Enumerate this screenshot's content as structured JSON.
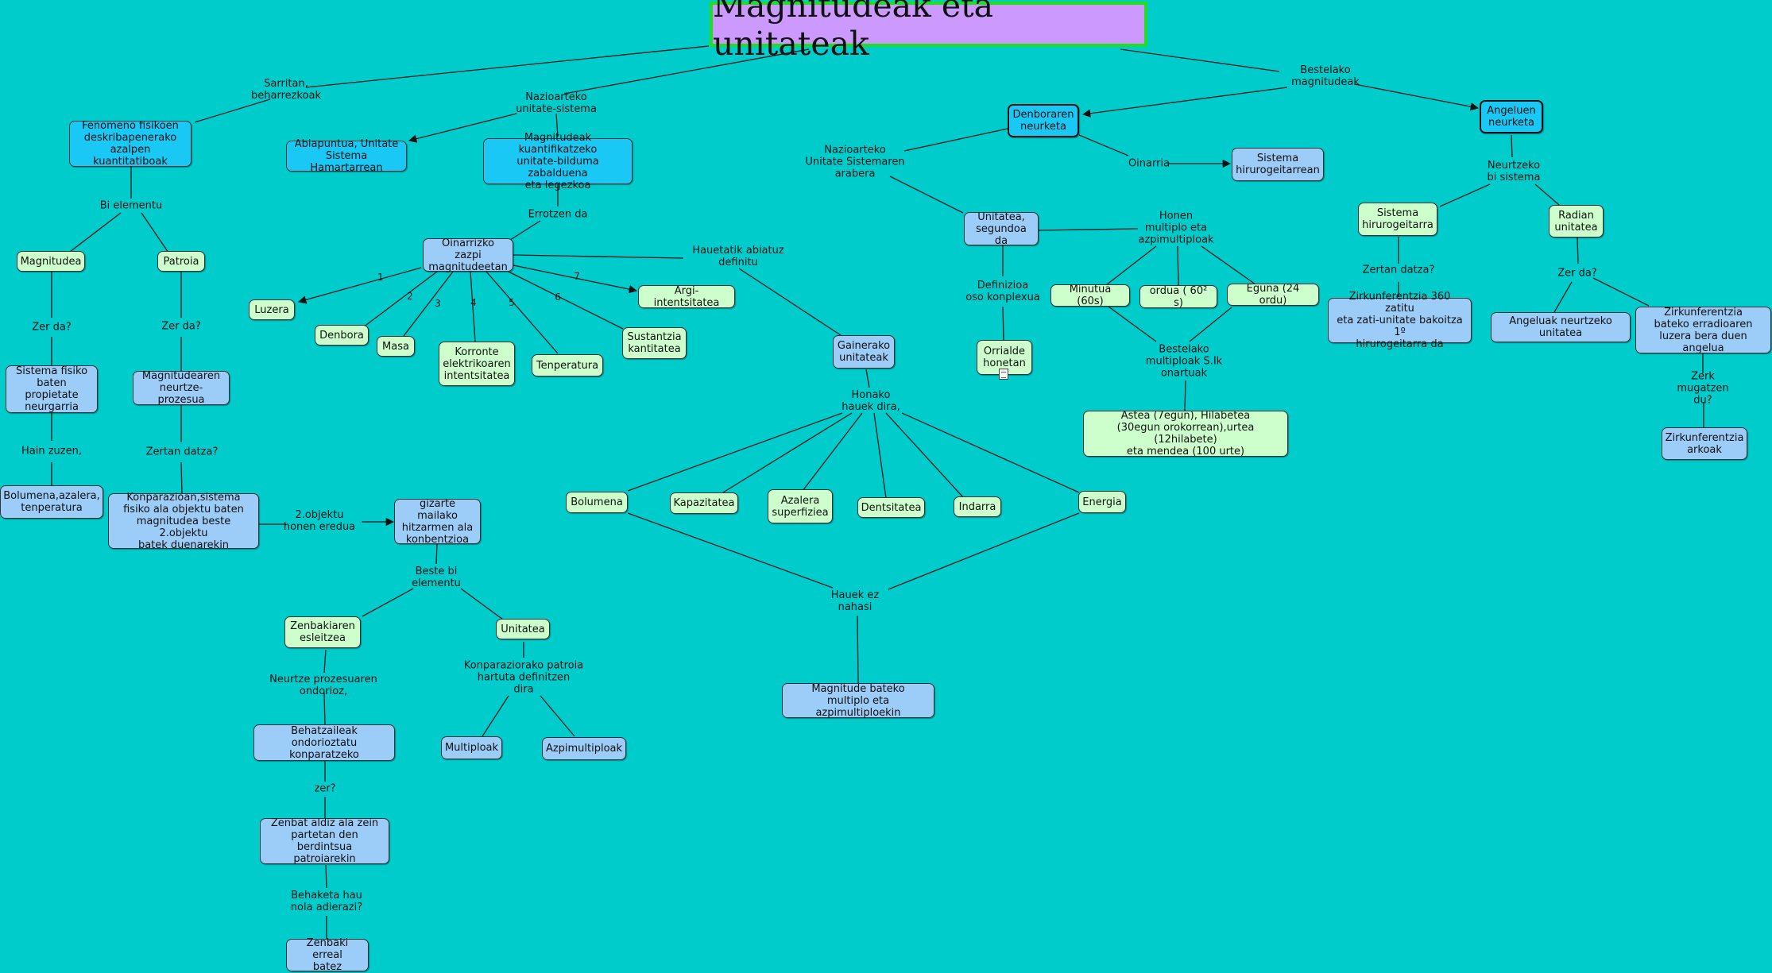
{
  "title": "Magnitudeak eta unitateak",
  "nodes": {
    "fenomeno": "Fenomeno fisikoen\ndeskribapenerako\nazalpen kuantitatiboak",
    "abiapuntua": "Abiapuntua, Unitate\nSistema Hamartarrean",
    "kuantifikatzeko": "Magnitudeak kuantifikatzeko\nunitate-bilduma zabalduena\neta legezkoa",
    "denboraren": "Denboraren\nneurketa",
    "sistema_hiru_top": "Sistema\nhirurogeitarrean",
    "angeluen": "Angeluen\nneurketa",
    "magnitudea": "Magnitudea",
    "patroia": "Patroia",
    "oinarrizko": "Oinarrizko zazpi\nmagnitudeetan",
    "luzera": "Luzera",
    "denbora": "Denbora",
    "masa": "Masa",
    "korronte": "Korronte\nelektrikoaren\nintentsitatea",
    "tenperatura": "Tenperatura",
    "sustantzia": "Sustantzia\nkantitatea",
    "argi": "Argi-intentsitatea",
    "unitatea_seg": "Unitatea,\nsegundoa da",
    "minutua": "Minutua (60s)",
    "ordua": "ordua ( 60² s)",
    "eguna": "Eguna (24 ordu)",
    "orrialde": "Orrialde\nhonetan",
    "astea": "Astea (7egun), Hilabetea\n(30egun orokorrean),urtea (12hilabete)\neta mendea (100 urte)",
    "sistema_hiru": "Sistema\nhirurogeitarra",
    "radian": "Radian\nunitatea",
    "zirk360": "Zirkunferentzia 360 zatitu\neta zati-unitate bakoitza 1º\nhirurogeitarra da",
    "angeluak": "Angeluak neurtzeko\nunitatea",
    "zirk_erradio": "Zirkunferentzia\nbateko erradioaren\nluzera bera duen angelua",
    "zirk_arkoak": "Zirkunferentzia\narkoak",
    "sistema_fisiko": "Sistema fisiko\nbaten propietate\nneurgarria",
    "neurtze_prozesua": "Magnitudearen\nneurtze-prozesua",
    "gainerako": "Gainerako\nunitateak",
    "bolumena_az": "Bolumena,azalera,\ntenperatura",
    "konparazioan": "Konparazioan,sistema\nfisiko ala objektu baten\nmagnitudea beste 2.objektu\nbatek duenarekin",
    "gizarte": "gizarte mailako\nhitzarmen ala\nkonbentzioa",
    "bolumena": "Bolumena",
    "kapazitatea": "Kapazitatea",
    "azalera": "Azalera\nsuperfiziea",
    "dentsitatea": "Dentsitatea",
    "indarra": "Indarra",
    "energia": "Energia",
    "zenbakiaren": "Zenbakiaren\nesleitzea",
    "unitatea": "Unitatea",
    "behatzaileak": "Behatzaileak\nondorioztatu konparatzeko",
    "multiploak": "Multiploak",
    "azpimultiploak": "Azpimultiploak",
    "magnitude_bateko": "Magnitude bateko\nmultiplo eta azpimultiploekin",
    "zenbat_aldiz": "Zenbat aldiz ala zein\npartetan den berdintsua\npatroiarekin",
    "zenbaki_erreal": "Zenbaki erreal\nbatez"
  },
  "labels": {
    "sarritan": "Sarritan,\nbeharrezkoak",
    "nazioarteko_us": "Nazioarteko\nunitate-sistema",
    "bestelako_mag": "Bestelako\nmagnitudeak",
    "nazioarteko_arabera": "Nazioarteko\nUnitate Sistemaren\narabera",
    "oinarria": "Oinarria",
    "neurtzeko_bi": "Neurtzeko\nbi sistema",
    "bi_elementu": "Bi elementu",
    "errotzen": "Errotzen da",
    "hauetatik": "Hauetatik abiatuz\ndefinitu",
    "honen_multiplo": "Honen\nmultiplo eta\nazpimultiploak",
    "zertan_datza_r": "Zertan datza?",
    "zer_da_r": "Zer da?",
    "zer_da_1": "Zer da?",
    "zer_da_2": "Zer da?",
    "definizioa": "Definizioa\noso konplexua",
    "bestelako_mult": "Bestelako\nmultiploak S.Ik\nonartuak",
    "honako": "Honako\nhauek dira,",
    "zerk_mugatzen": "Zerk mugatzen\ndu?",
    "hain_zuzen": "Hain zuzen,",
    "zertan_datza": "Zertan datza?",
    "objektu2": "2.objektu\nhonen eredua",
    "beste_bi": "Beste bi\nelementu",
    "hauek_ez": "Hauek ez\nnahasi",
    "neurtze_ondorioz": "Neurtze prozesuaren\nondorioz,",
    "konparaziorako": "Konparaziorako patroia\nhartuta definitzen\ndira",
    "zer": "zer?",
    "behaketa": "Behaketa hau\nnola adierazi?"
  },
  "numbers": [
    "1",
    "2",
    "3",
    "4",
    "5",
    "6",
    "7"
  ],
  "colors": {
    "background": "#00CCCC",
    "title_fill": "#CC99FF",
    "title_border": "#22DD22",
    "concept_cyan": "#19C8F5",
    "concept_blue": "#9CCCF8",
    "concept_green": "#CCFFCC"
  },
  "icons": [
    "note-icon"
  ]
}
